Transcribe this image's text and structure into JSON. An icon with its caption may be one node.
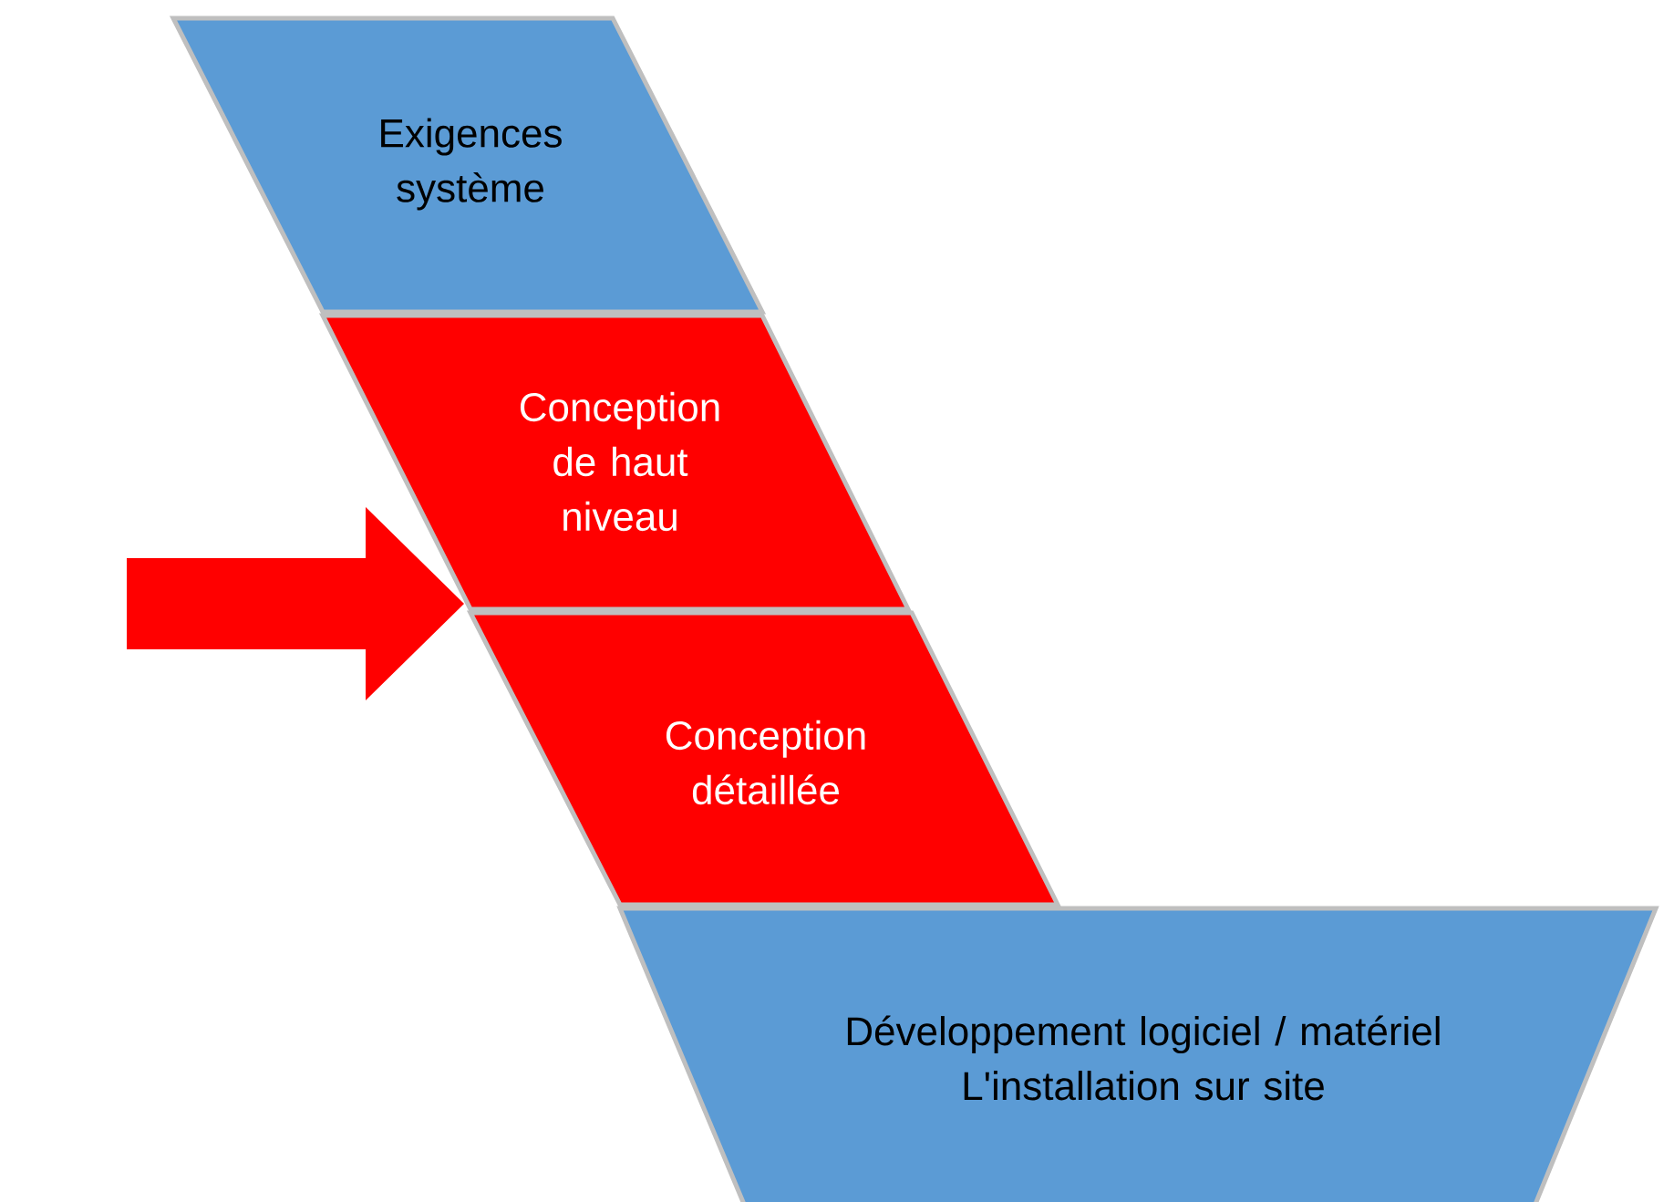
{
  "diagram": {
    "nodes": [
      {
        "text": [
          "Exigences système"
        ]
      },
      {
        "text": [
          "Conception de haut niveau"
        ]
      },
      {
        "text": [
          "Conception détaillée"
        ]
      },
      {
        "text": [
          "Développement logiciel / matériel",
          "L'installation sur site"
        ]
      }
    ],
    "edges": [
      {
        "from": null,
        "to": 1,
        "arrow": "to"
      }
    ]
  }
}
